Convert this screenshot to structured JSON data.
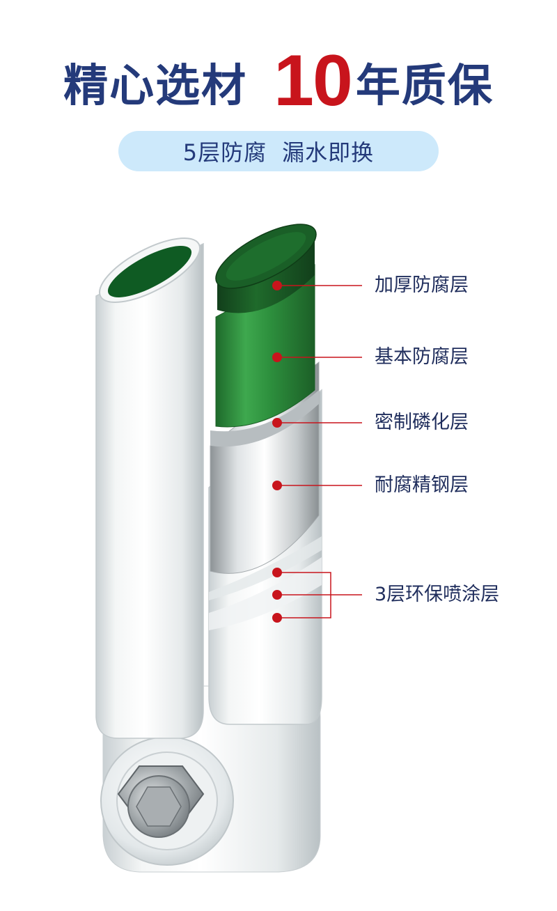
{
  "headline": {
    "part1": "精心选材",
    "number": "10",
    "part2": "年质保"
  },
  "pill": {
    "part1": "5层防腐",
    "part2": "漏水即换"
  },
  "layers": [
    {
      "label": "加厚防腐层"
    },
    {
      "label": "基本防腐层"
    },
    {
      "label": "密制磷化层"
    },
    {
      "label": "耐腐精钢层"
    },
    {
      "label": "3层环保喷涂层"
    }
  ],
  "colors": {
    "title_blue": "#243a7a",
    "accent_red": "#c8141c",
    "pill_bg": "#cde9fb",
    "pipe_green": "#2c8c3c",
    "callout_red": "#c8141c"
  },
  "icons": {
    "bolt": "hex-bolt-icon"
  }
}
